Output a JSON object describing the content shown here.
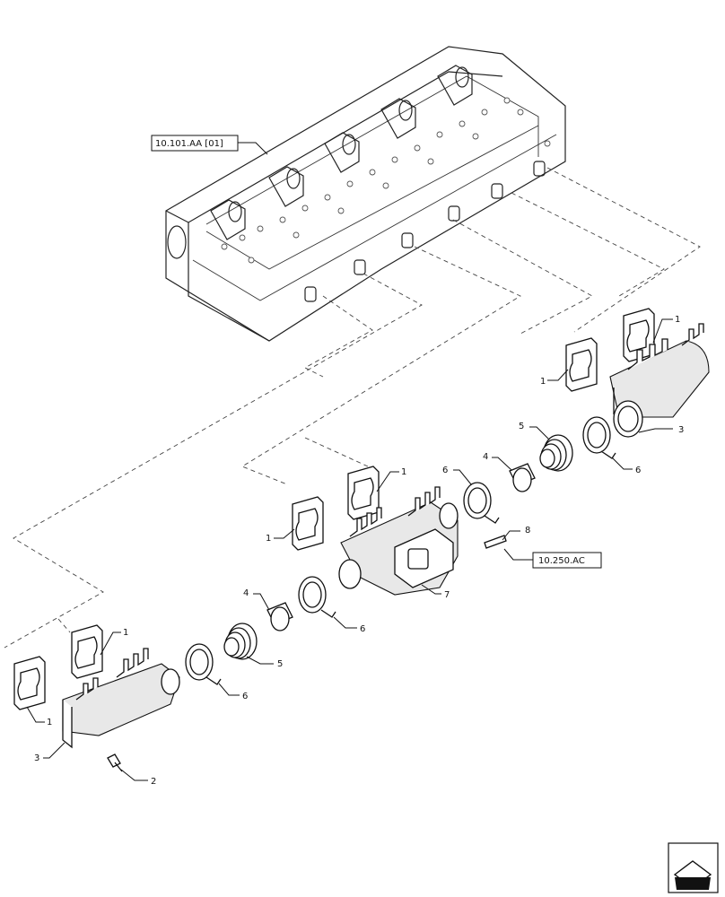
{
  "references": {
    "engine_ref": "10.101.AA [01]",
    "turbo_ref": "10.250.AC"
  },
  "callouts": {
    "gasket": "1",
    "screw": "2",
    "manifold_end": "3",
    "sleeve": "4",
    "bellows": "5",
    "clamp": "6",
    "manifold_center": "7",
    "stud": "8"
  },
  "nav_icon": "navigation-arrow-icon"
}
